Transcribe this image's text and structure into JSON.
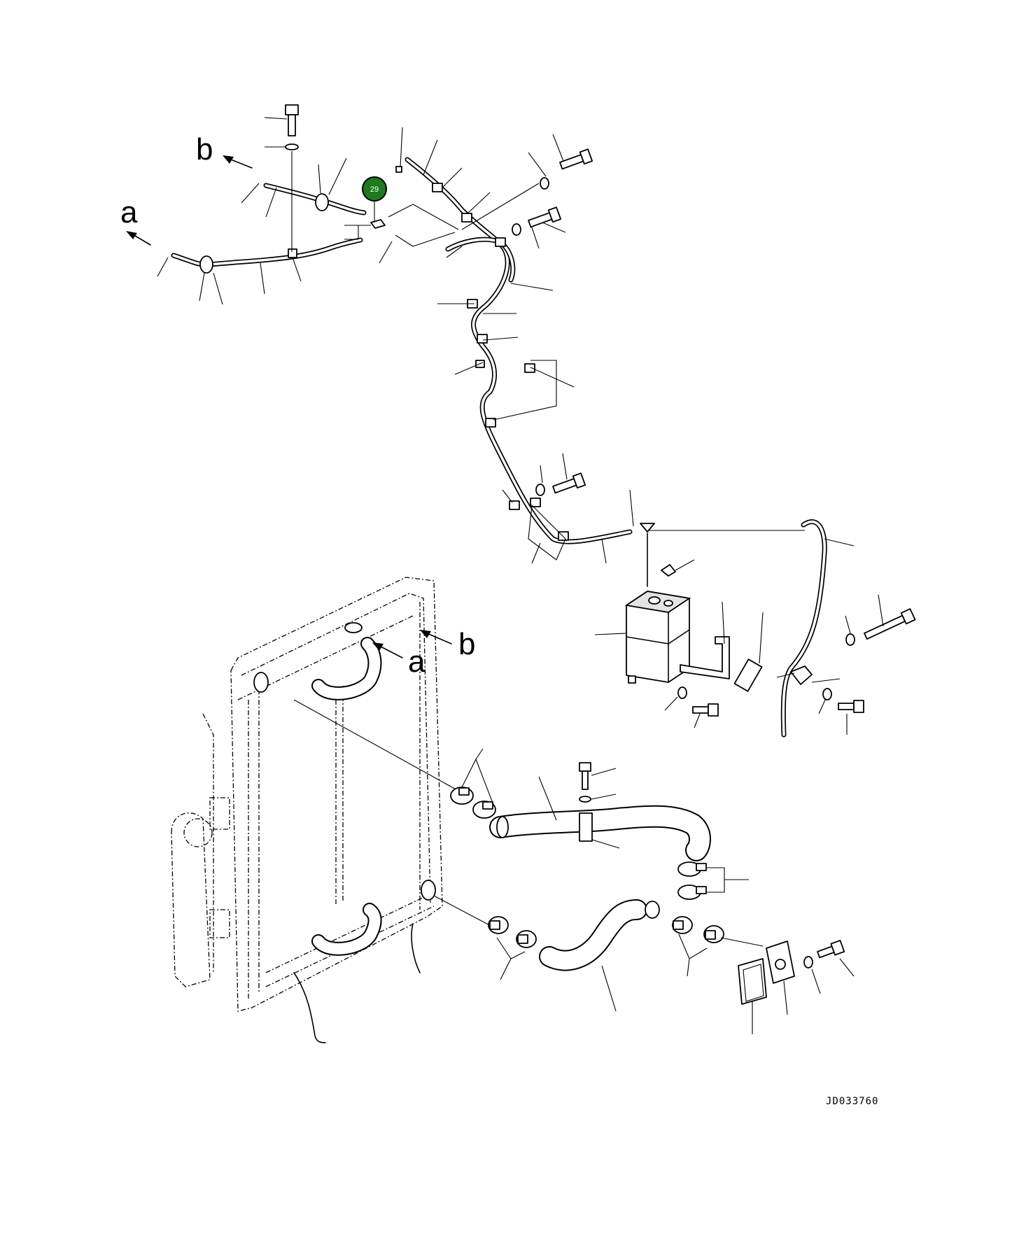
{
  "labels": {
    "ref_a_left": "a",
    "ref_b_left": "b",
    "ref_a_radiator": "a",
    "ref_b_radiator": "b"
  },
  "callout": {
    "number": "29",
    "color": "#1f7a1f"
  },
  "drawing_number": "JD033760"
}
